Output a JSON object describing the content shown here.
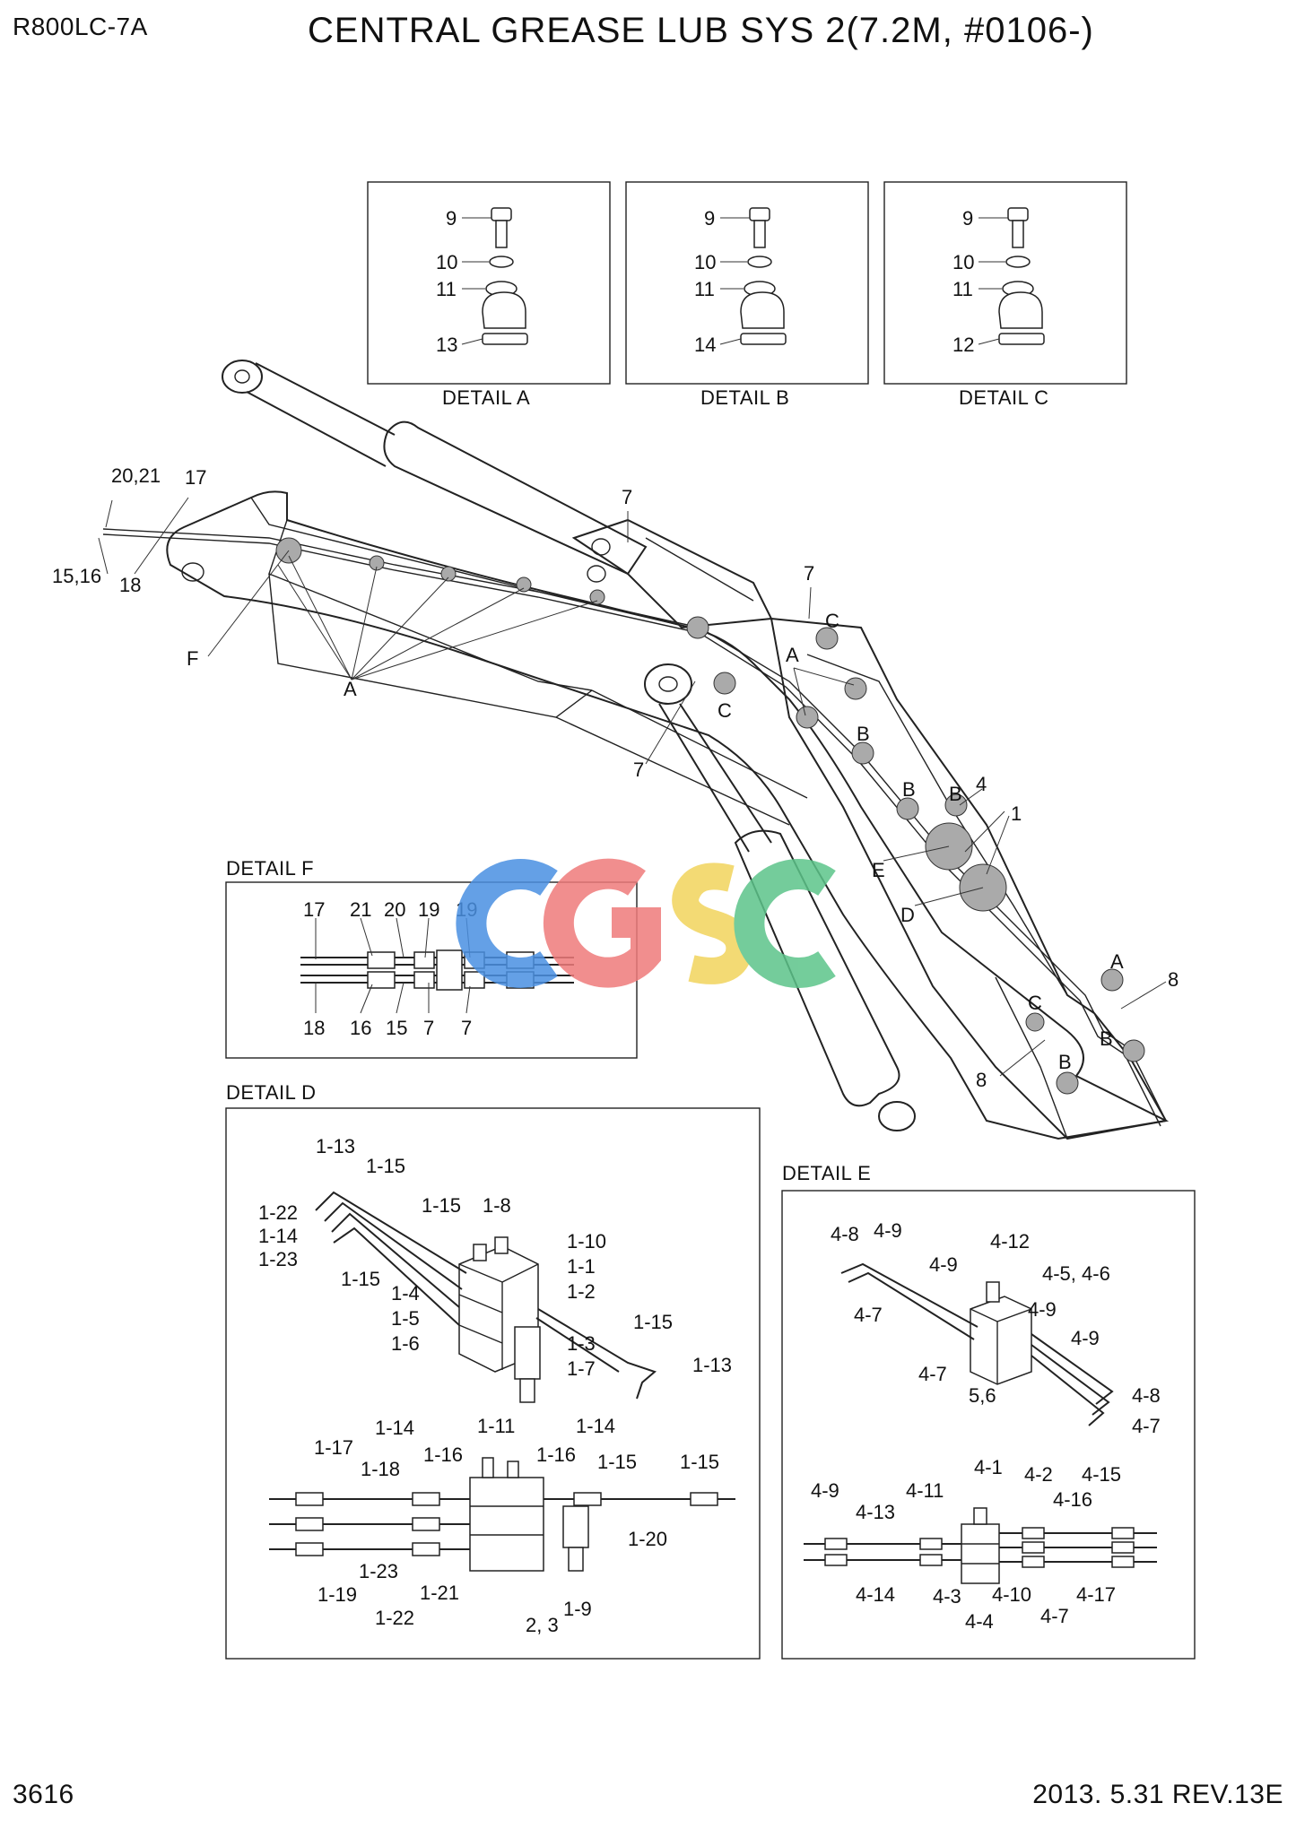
{
  "header": {
    "model": "R800LC-7A",
    "title": "CENTRAL GREASE LUB SYS 2(7.2M, #0106-)"
  },
  "footer": {
    "page_number": "3616",
    "revision": "2013. 5.31  REV.13E"
  },
  "watermark": {
    "text": "CGSC",
    "colors": [
      "#4a90e2",
      "#ef7b7b",
      "#f2d45c",
      "#5cc48a"
    ]
  },
  "details": {
    "A": {
      "caption": "DETAIL A",
      "labels": [
        "9",
        "10",
        "11",
        "13"
      ]
    },
    "B": {
      "caption": "DETAIL B",
      "labels": [
        "9",
        "10",
        "11",
        "14"
      ]
    },
    "C": {
      "caption": "DETAIL C",
      "labels": [
        "9",
        "10",
        "11",
        "12"
      ]
    },
    "F": {
      "caption": "DETAIL F",
      "top_labels": [
        "17",
        "21",
        "20",
        "19",
        "19"
      ],
      "bottom_labels": [
        "18",
        "16",
        "15",
        "7",
        "7"
      ]
    },
    "D": {
      "caption": "DETAIL D",
      "labels": [
        "1-13",
        "1-15",
        "1-22",
        "1-14",
        "1-23",
        "1-15",
        "1-8",
        "1-10",
        "1-1",
        "1-2",
        "1-15",
        "1-4",
        "1-5",
        "1-6",
        "1-3",
        "1-7",
        "1-15",
        "1-13",
        "1-14",
        "1-11",
        "1-14",
        "1-17",
        "1-16",
        "1-16",
        "1-15",
        "1-15",
        "1-18",
        "1-20",
        "1-23",
        "1-19",
        "1-21",
        "1-22",
        "2, 3",
        "1-9"
      ]
    },
    "E": {
      "caption": "DETAIL E",
      "labels": [
        "4-8",
        "4-9",
        "4-12",
        "4-9",
        "4-5, 4-6",
        "4-7",
        "4-9",
        "4-9",
        "4-7",
        "5,6",
        "4-8",
        "4-7",
        "4-1",
        "4-9",
        "4-11",
        "4-2",
        "4-15",
        "4-13",
        "4-16",
        "4-14",
        "4-3",
        "4-10",
        "4-17",
        "4-4",
        "4-7"
      ]
    }
  },
  "main_labels": {
    "l_20_21": "20,21",
    "l_17": "17",
    "l_15_16": "15,16",
    "l_18": "18",
    "l_F": "F",
    "l_A_left": "A",
    "l_7_top": "7",
    "l_7_right": "7",
    "l_C_top": "C",
    "l_A_mid": "A",
    "l_C_mid": "C",
    "l_7_mid": "7",
    "l_B1": "B",
    "l_B2": "B",
    "l_B3": "B",
    "l_4": "4",
    "l_1": "1",
    "l_E": "E",
    "l_D": "D",
    "l_A_right": "A",
    "l_8_right": "8",
    "l_C_low": "C",
    "l_B_low": "B",
    "l_B_bottom": "B",
    "l_8_bottom": "8"
  }
}
